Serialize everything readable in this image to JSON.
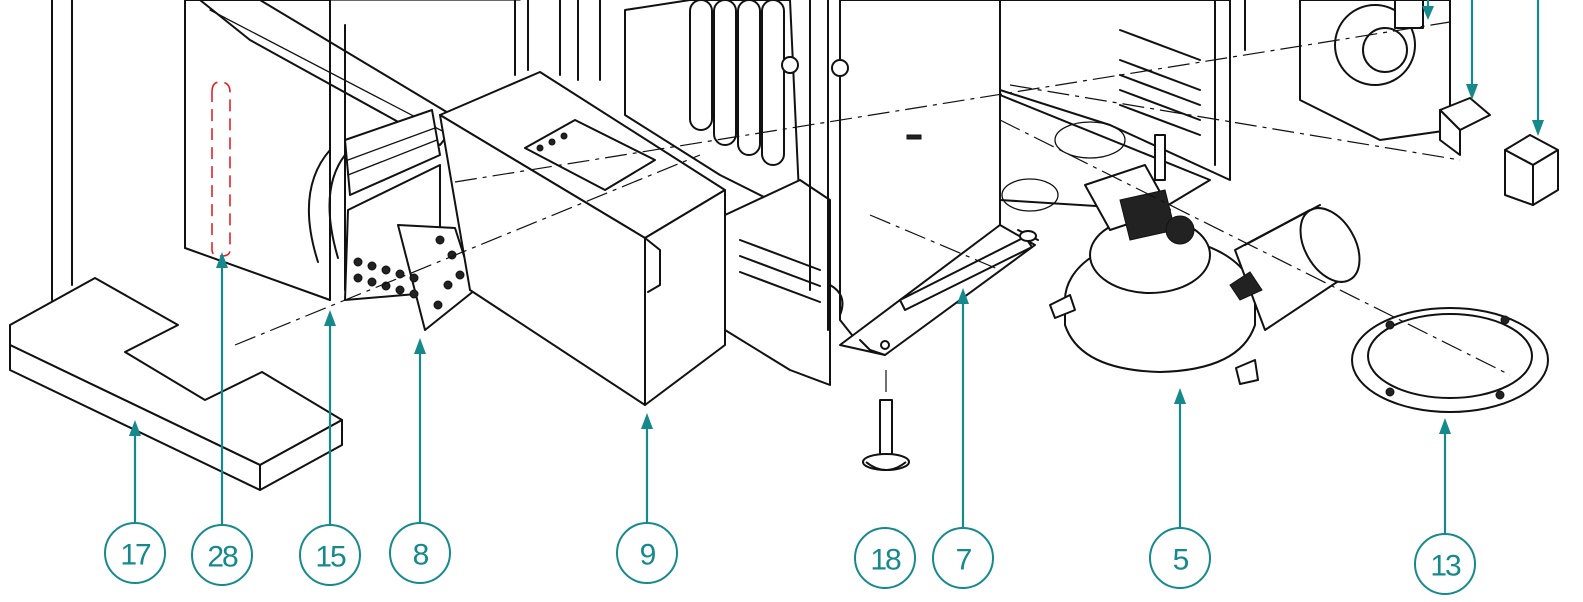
{
  "callouts": [
    {
      "id": "17",
      "label": "17"
    },
    {
      "id": "28",
      "label": "28"
    },
    {
      "id": "15",
      "label": "15"
    },
    {
      "id": "8",
      "label": "8"
    },
    {
      "id": "9",
      "label": "9"
    },
    {
      "id": "18",
      "label": "18"
    },
    {
      "id": "7",
      "label": "7"
    },
    {
      "id": "5",
      "label": "5"
    },
    {
      "id": "13",
      "label": "13"
    }
  ],
  "colors": {
    "callout": "#16898c",
    "hidden_part": "#e0232b",
    "linework": "#111111"
  }
}
